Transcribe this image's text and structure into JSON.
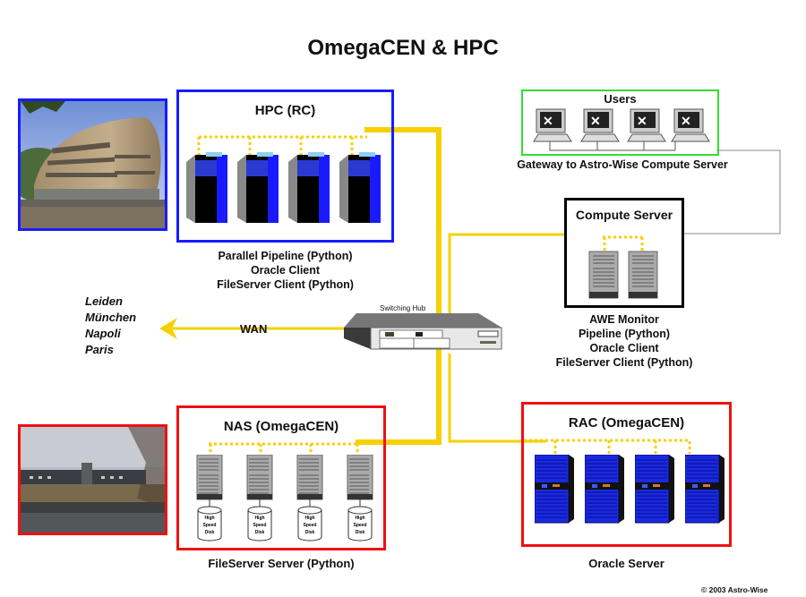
{
  "title": "OmegaCEN & HPC",
  "colors": {
    "network_yellow": "#f7d000",
    "hpc_blue": "#1a1aff",
    "users_green": "#33dd33",
    "omegacen_red": "#ee1111",
    "compute_black": "#000000",
    "gateway_gray": "#888888"
  },
  "nodes": {
    "hpc": {
      "title": "HPC (RC)",
      "server_count": 4,
      "server_type": "blue-black-tower",
      "caption": [
        "Parallel Pipeline (Python)",
        "Oracle Client",
        "FileServer Client (Python)"
      ]
    },
    "users": {
      "title": "Users",
      "workstation_count": 4,
      "caption": "Gateway to Astro-Wise Compute Server"
    },
    "compute": {
      "title": "Compute Server",
      "server_count": 2,
      "server_type": "gray-tower",
      "caption": [
        "AWE Monitor",
        "Pipeline (Python)",
        "Oracle Client",
        "FileServer Client (Python)"
      ]
    },
    "hub": {
      "label": "Switching Hub"
    },
    "wan": {
      "label": "WAN",
      "destinations": [
        "Leiden",
        "München",
        "Napoli",
        "Paris"
      ]
    },
    "nas": {
      "title": "NAS (OmegaCEN)",
      "server_count": 4,
      "server_type": "gray-tower",
      "disk_label": [
        "High",
        "Speed",
        "Disk"
      ],
      "caption": "FileServer Server (Python)"
    },
    "rac": {
      "title": "RAC (OmegaCEN)",
      "server_count": 4,
      "server_type": "blue-tower",
      "caption": "Oracle Server"
    }
  },
  "photos": {
    "hpc_building": "Photo of curved-facade building by water (HPC site)",
    "omegacen_building": "Photo of low building behind reeds and water (OmegaCEN site)"
  },
  "copyright": "© 2003 Astro-Wise"
}
